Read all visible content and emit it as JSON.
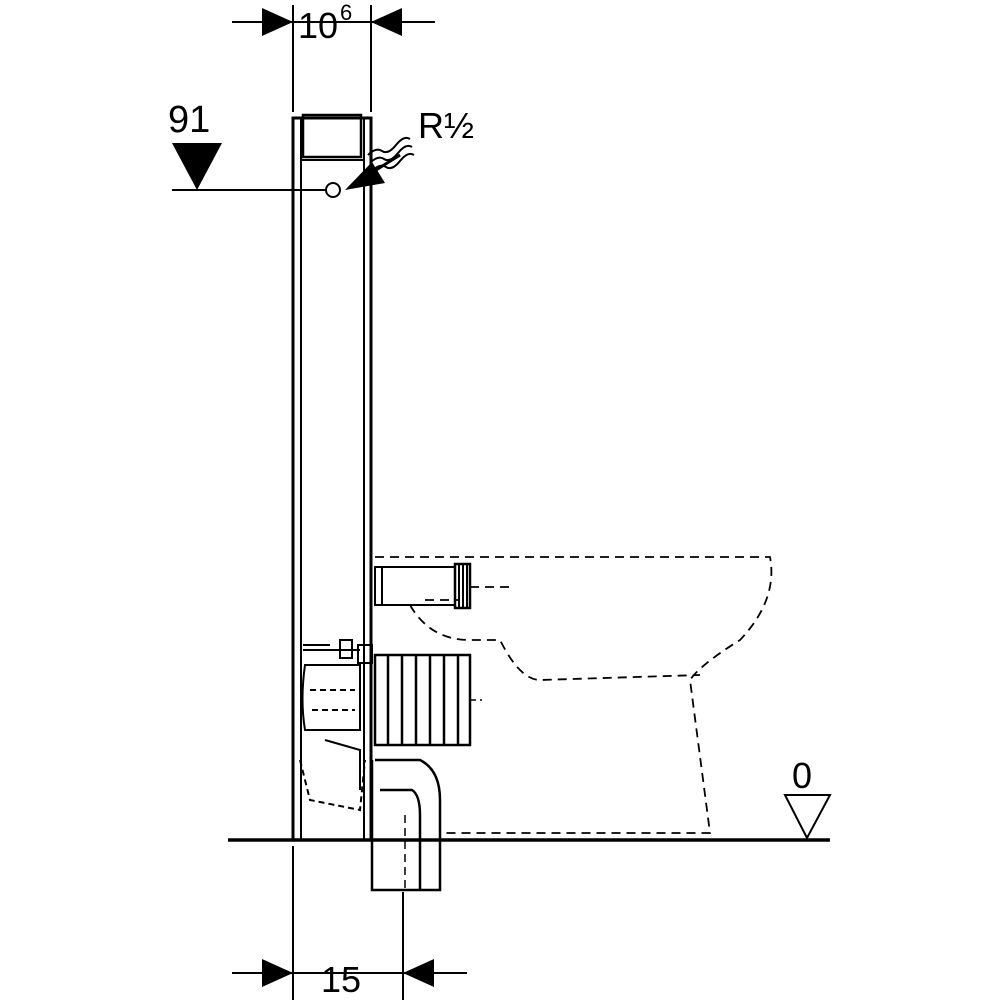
{
  "dimensions": {
    "top_width": {
      "value": "10",
      "superscript": "6"
    },
    "supply_height": "91",
    "thread": "R½",
    "floor_level": "0",
    "bottom_offset": "15"
  },
  "colors": {
    "line": "#000000",
    "background": "#ffffff"
  }
}
